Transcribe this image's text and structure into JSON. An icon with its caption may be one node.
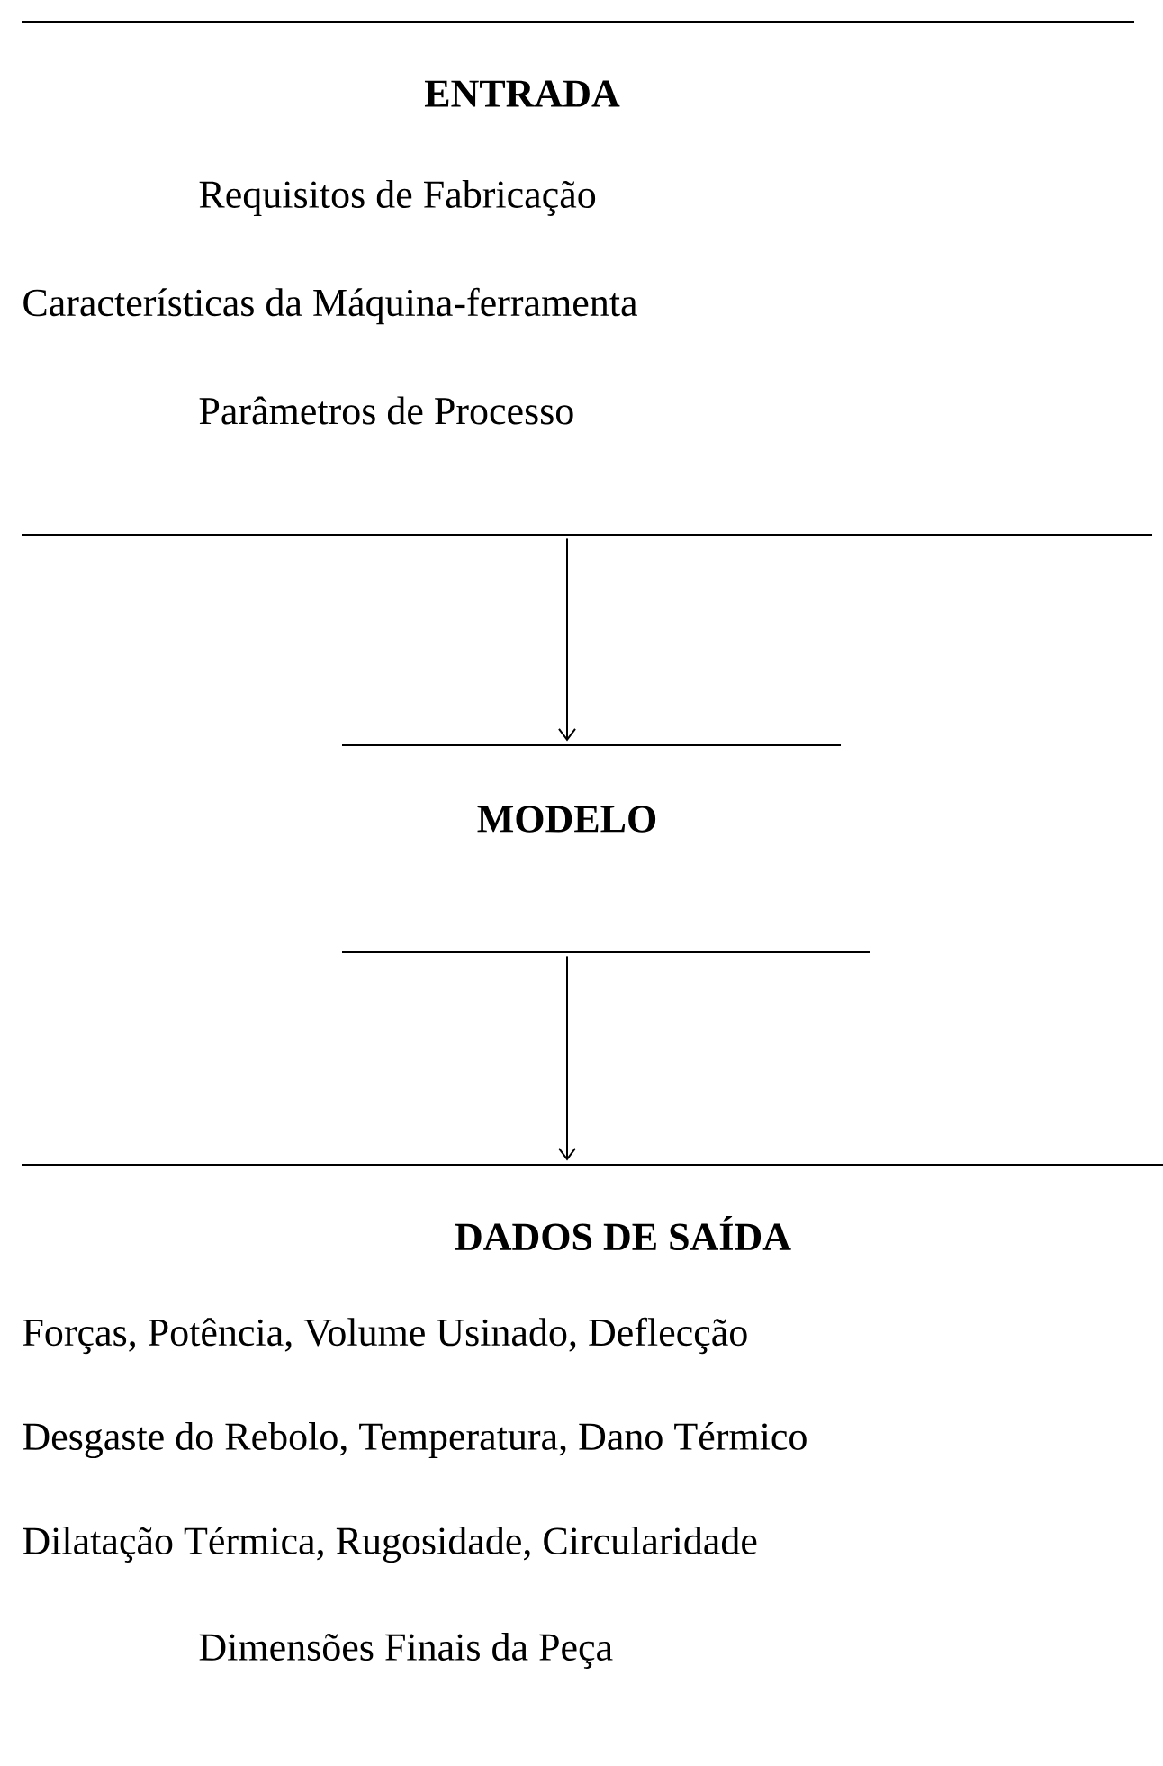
{
  "diagram": {
    "nodes": [
      {
        "text": [
          "ENTRADA",
          "Requisitos de Fabricação",
          "Características da Máquina-ferramenta",
          "Parâmetros de Processo"
        ]
      },
      {
        "text": [
          "MODELO"
        ]
      },
      {
        "text": [
          "DADOS DE SAÍDA",
          "Forças, Potência, Volume Usinado, Deflecção",
          "Desgaste do Rebolo, Temperatura, Dano Térmico",
          "Dilatação Térmica, Rugosidade, Circularidade",
          "Dimensões Finais da Peça"
        ]
      }
    ],
    "edges": [
      {
        "from": 0,
        "to": 1,
        "arrow": "to"
      },
      {
        "from": 1,
        "to": 2,
        "arrow": "to"
      }
    ]
  }
}
